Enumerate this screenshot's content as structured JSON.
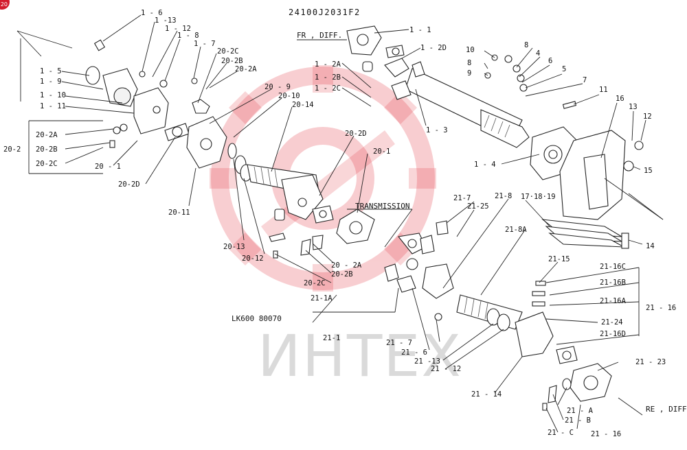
{
  "header": {
    "drawing_number": "24100J2031F2",
    "catalog_code": "LK600 80070"
  },
  "notes": {
    "front_diff": "FR , DIFF.",
    "transmission": "TRANSMISSION",
    "rear_diff": "RE , DIFF"
  },
  "watermark": {
    "text": "ИНТЕХ",
    "color": "#e0202e"
  },
  "corner_badge": "20",
  "labels": {
    "l_1_6": "1 - 6",
    "l_1_13": "1 -13",
    "l_1_12": "1 - 12",
    "l_1_8": "1 - 8",
    "l_1_7": "1 - 7",
    "l_1_5": "1 - 5",
    "l_1_9": "1 - 9",
    "l_1_10": "1 - 10",
    "l_1_11": "1 - 11",
    "l_1_1": "1 - 1",
    "l_1_2d": "1 - 2D",
    "l_1_2a": "1 - 2A",
    "l_1_2b": "1 - 2B",
    "l_1_2c": "1 - 2C",
    "l_1_3": "1 - 3",
    "l_1_4": "1 - 4",
    "l_20_2c_top": "20-2C",
    "l_20_2b_top": "20-2B",
    "l_20_2a_top": "20-2A",
    "l_20_9": "20 - 9",
    "l_20_10": "20-10",
    "l_20_14": "20-14",
    "l_20_2": "20-2",
    "l_20_2a_l": "20-2A",
    "l_20_2b_l": "20-2B",
    "l_20_2c_l": "20-2C",
    "l_20_1_l": "20 - 1",
    "l_20_2d_l": "20-2D",
    "l_20_11": "20-11",
    "l_20_2d_m": "20-2D",
    "l_20_1_m": "20-1",
    "l_20_13": "20-13",
    "l_20_12": "20-12",
    "l_20_2a_b": "20 - 2A",
    "l_20_2b_b": "20-2B",
    "l_20_2c_b": "20-2C",
    "l_21_1a": "21-1A",
    "l_21_1": "21-1",
    "l_10": "10",
    "l_8a": "8",
    "l_9": "9",
    "l_8b": "8",
    "l_4": "4",
    "l_6": "6",
    "l_5": "5",
    "l_7": "7",
    "l_11": "11",
    "l_16": "16",
    "l_13": "13",
    "l_12": "12",
    "l_15": "15",
    "l_17_18_19": "17·18·19",
    "l_14": "14",
    "l_21_7a": "21-7",
    "l_21_25": "21-25",
    "l_21_8": "21-8",
    "l_21_8a": "21-8A",
    "l_21_15": "21-15",
    "l_21_16c": "21-16C",
    "l_21_16b": "21-16B",
    "l_21_16a": "21-16A",
    "l_21_16": "21 - 16",
    "l_21_24": "21-24",
    "l_21_16d": "21-16D",
    "l_21_23": "21 - 23",
    "l_21_7b": "21 - 7",
    "l_21_6": "21 - 6",
    "l_21_13": "21 -13",
    "l_21_12": "21 - 12",
    "l_21_14": "21 - 14",
    "l_21_a": "21 - A",
    "l_21_b": "21 - B",
    "l_21_c": "21 - C",
    "l_21_16_b": "21 - 16"
  }
}
